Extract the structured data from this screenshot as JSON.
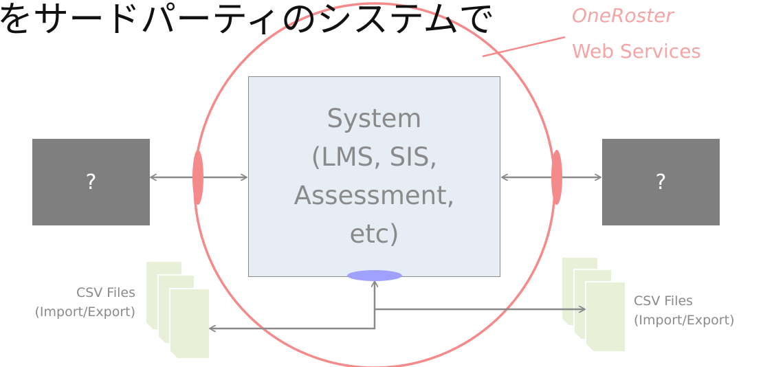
{
  "heading": {
    "text": "をサードパーティのシステムで"
  },
  "legend": {
    "line1": "OneRoster",
    "line2": "Web Services"
  },
  "system_box": {
    "lines": [
      "System",
      "(LMS, SIS,",
      "Assessment,",
      "etc)"
    ]
  },
  "external_systems": {
    "left_label": "?",
    "right_label": "?"
  },
  "csv_left": {
    "line1": "CSV Files",
    "line2": "(Import/Export)"
  },
  "csv_right": {
    "line1": "CSV Files",
    "line2": "(Import/Export)"
  },
  "colors": {
    "circle": "#f48a8a",
    "oval": "#a0a0ff",
    "arrow": "#8a8a8a",
    "system_fill": "#e7edf4",
    "gray_box": "#7f7f7f",
    "doc_fill": "#e8f0d8"
  }
}
